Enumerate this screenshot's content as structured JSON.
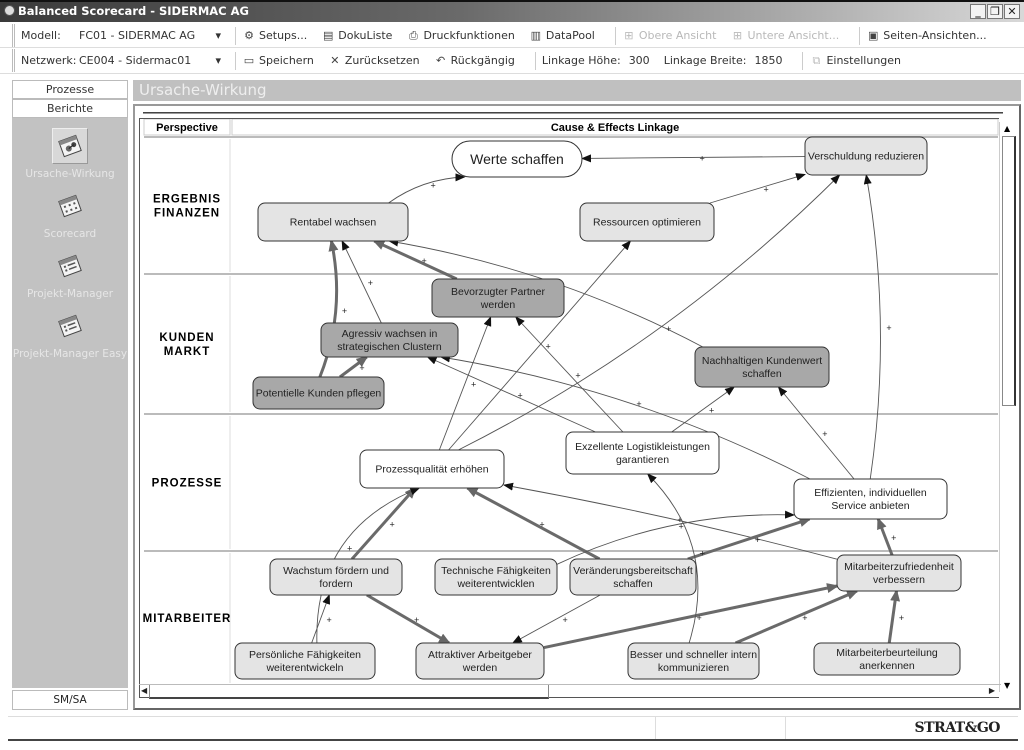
{
  "window": {
    "title": "Balanced Scorecard - SIDERMAC AG",
    "controls": [
      "minimize",
      "restore",
      "close"
    ]
  },
  "toolbar1": {
    "model_label": "Modell:",
    "model_value": "FC01 - SIDERMAC AG",
    "buttons": [
      {
        "label": "Setups...",
        "icon": "setup-icon",
        "enabled": true
      },
      {
        "label": "DokuListe",
        "icon": "doclist-icon",
        "enabled": true
      },
      {
        "label": "Druckfunktionen",
        "icon": "printer-icon",
        "enabled": true
      },
      {
        "label": "DataPool",
        "icon": "datapool-icon",
        "enabled": true
      },
      {
        "label": "Obere Ansicht",
        "icon": "upper-view-icon",
        "enabled": false
      },
      {
        "label": "Untere Ansicht...",
        "icon": "lower-view-icon",
        "enabled": false
      },
      {
        "label": "Seiten-Ansichten...",
        "icon": "page-views-icon",
        "enabled": true
      }
    ]
  },
  "toolbar2": {
    "network_label": "Netzwerk:",
    "network_value": "CE004 - Sidermac01",
    "buttons": [
      {
        "label": "Speichern",
        "icon": "save-icon"
      },
      {
        "label": "Zurücksetzen",
        "icon": "reset-icon"
      },
      {
        "label": "Rückgängig",
        "icon": "undo-icon"
      }
    ],
    "linkage_height_label": "Linkage Höhe:",
    "linkage_height_value": "300",
    "linkage_width_label": "Linkage Breite:",
    "linkage_width_value": "1850",
    "settings_label": "Einstellungen"
  },
  "sidebar": {
    "tabs": [
      "Prozesse",
      "Berichte"
    ],
    "items": [
      {
        "label": "Ursache-Wirkung",
        "icon": "cause-effect-icon",
        "active": true
      },
      {
        "label": "Scorecard",
        "icon": "scorecard-icon",
        "active": false
      },
      {
        "label": "Projekt-Manager",
        "icon": "project-manager-icon",
        "active": false
      },
      {
        "label": "Projekt-Manager Easy",
        "icon": "project-manager-easy-icon",
        "active": false
      }
    ],
    "bottom_tab": "SM/SA"
  },
  "main": {
    "header": "Ursache-Wirkung",
    "diagram": {
      "col_perspective": "Perspective",
      "col_linkage": "Cause & Effects Linkage",
      "perspectives": [
        {
          "id": "fin",
          "label": [
            "ERGEBNIS",
            "FINANZEN"
          ]
        },
        {
          "id": "kun",
          "label": [
            "KUNDEN",
            "MARKT"
          ]
        },
        {
          "id": "pro",
          "label": [
            "PROZESSE"
          ]
        },
        {
          "id": "mit",
          "label": [
            "MITARBEITER"
          ]
        }
      ],
      "nodes": [
        {
          "id": "werte",
          "lines": [
            "Werte schaffen"
          ],
          "style": "oval"
        },
        {
          "id": "verschuldung",
          "lines": [
            "Verschuldung reduzieren"
          ],
          "style": "light"
        },
        {
          "id": "rentabel",
          "lines": [
            "Rentabel wachsen"
          ],
          "style": "light"
        },
        {
          "id": "ressourcen",
          "lines": [
            "Ressourcen optimieren"
          ],
          "style": "light"
        },
        {
          "id": "partner",
          "lines": [
            "Bevorzugter Partner",
            "werden"
          ],
          "style": "dark"
        },
        {
          "id": "agressiv",
          "lines": [
            "Agressiv wachsen in",
            "strategischen Clustern"
          ],
          "style": "dark"
        },
        {
          "id": "potentielle",
          "lines": [
            "Potentielle Kunden pflegen"
          ],
          "style": "dark"
        },
        {
          "id": "nachhaltig",
          "lines": [
            "Nachhaltigen Kundenwert",
            "schaffen"
          ],
          "style": "dark"
        },
        {
          "id": "prozessq",
          "lines": [
            "Prozessqualität erhöhen"
          ],
          "style": "white"
        },
        {
          "id": "logistik",
          "lines": [
            "Exzellente Logistikleistungen",
            "garantieren"
          ],
          "style": "white"
        },
        {
          "id": "service",
          "lines": [
            "Effizienten, individuellen",
            "Service anbieten"
          ],
          "style": "white"
        },
        {
          "id": "wachstum",
          "lines": [
            "Wachstum fördern und",
            "fordern"
          ],
          "style": "light"
        },
        {
          "id": "technisch",
          "lines": [
            "Technische Fähigkeiten",
            "weiterentwicklen"
          ],
          "style": "light"
        },
        {
          "id": "veraenderung",
          "lines": [
            "Veränderungsbereitschaft",
            "schaffen"
          ],
          "style": "light"
        },
        {
          "id": "zufriedenheit",
          "lines": [
            "Mitarbeiterzufriedenheit",
            "verbessern"
          ],
          "style": "light"
        },
        {
          "id": "persoenlich",
          "lines": [
            "Persönliche Fähigkeiten",
            "weiterentwickeln"
          ],
          "style": "light"
        },
        {
          "id": "arbeitgeber",
          "lines": [
            "Attraktiver Arbeitgeber",
            "werden"
          ],
          "style": "light"
        },
        {
          "id": "kommunizieren",
          "lines": [
            "Besser und schneller intern",
            "kommunizieren"
          ],
          "style": "light"
        },
        {
          "id": "beurteilung",
          "lines": [
            "Mitarbeiterbeurteilung",
            "anerkennen"
          ],
          "style": "light"
        }
      ],
      "links": [
        {
          "from": "rentabel",
          "to": "werte",
          "sign": "+",
          "strong": false
        },
        {
          "from": "verschuldung",
          "to": "werte",
          "sign": "+",
          "strong": false
        },
        {
          "from": "ressourcen",
          "to": "verschuldung",
          "sign": "+",
          "strong": false
        },
        {
          "from": "partner",
          "to": "rentabel",
          "sign": "+",
          "strong": true
        },
        {
          "from": "agressiv",
          "to": "rentabel",
          "sign": "+",
          "strong": false
        },
        {
          "from": "potentielle",
          "to": "rentabel",
          "sign": "+",
          "strong": true
        },
        {
          "from": "potentielle",
          "to": "agressiv",
          "sign": "+",
          "strong": true
        },
        {
          "from": "nachhaltig",
          "to": "rentabel",
          "sign": "+",
          "strong": false
        },
        {
          "from": "prozessq",
          "to": "ressourcen",
          "sign": "+",
          "strong": false
        },
        {
          "from": "prozessq",
          "to": "verschuldung",
          "sign": "+",
          "strong": false
        },
        {
          "from": "prozessq",
          "to": "partner",
          "sign": "+",
          "strong": false
        },
        {
          "from": "logistik",
          "to": "partner",
          "sign": "+",
          "strong": false
        },
        {
          "from": "logistik",
          "to": "agressiv",
          "sign": "+",
          "strong": false
        },
        {
          "from": "logistik",
          "to": "nachhaltig",
          "sign": "+",
          "strong": false
        },
        {
          "from": "service",
          "to": "agressiv",
          "sign": "+",
          "strong": false
        },
        {
          "from": "service",
          "to": "nachhaltig",
          "sign": "+",
          "strong": false
        },
        {
          "from": "service",
          "to": "verschuldung",
          "sign": "+",
          "strong": false
        },
        {
          "from": "wachstum",
          "to": "prozessq",
          "sign": "+",
          "strong": true
        },
        {
          "from": "veraenderung",
          "to": "prozessq",
          "sign": "+",
          "strong": true
        },
        {
          "from": "zufriedenheit",
          "to": "prozessq",
          "sign": "+",
          "strong": false
        },
        {
          "from": "technisch",
          "to": "service",
          "sign": "+",
          "strong": false
        },
        {
          "from": "veraenderung",
          "to": "service",
          "sign": "+",
          "strong": true
        },
        {
          "from": "zufriedenheit",
          "to": "service",
          "sign": "+",
          "strong": true
        },
        {
          "from": "persoenlich",
          "to": "wachstum",
          "sign": "+",
          "strong": false
        },
        {
          "from": "persoenlich",
          "to": "prozessq",
          "sign": "+",
          "strong": false
        },
        {
          "from": "wachstum",
          "to": "arbeitgeber",
          "sign": "+",
          "strong": true
        },
        {
          "from": "veraenderung",
          "to": "arbeitgeber",
          "sign": "+",
          "strong": false
        },
        {
          "from": "arbeitgeber",
          "to": "zufriedenheit",
          "sign": "+",
          "strong": true
        },
        {
          "from": "kommunizieren",
          "to": "zufriedenheit",
          "sign": "+",
          "strong": true
        },
        {
          "from": "kommunizieren",
          "to": "logistik",
          "sign": "+",
          "strong": false
        },
        {
          "from": "beurteilung",
          "to": "zufriedenheit",
          "sign": "+",
          "strong": true
        }
      ]
    }
  },
  "status": {
    "brand": "STRAT&GO"
  }
}
